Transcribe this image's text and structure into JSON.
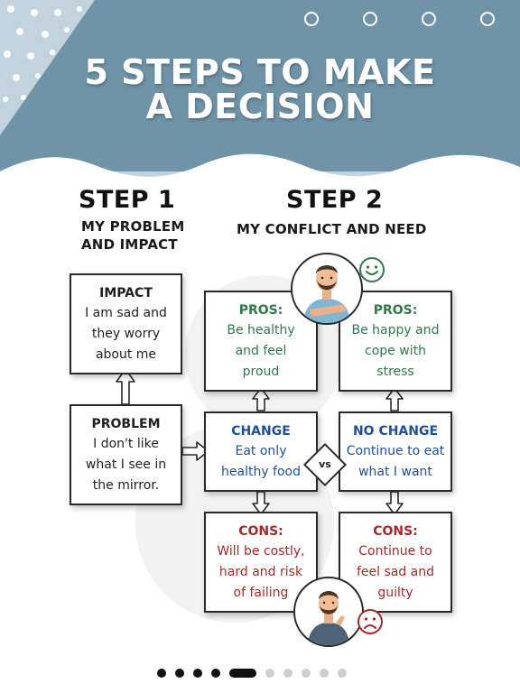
{
  "header": {
    "title_line1": "5 STEPS TO MAKE",
    "title_line2": "A DECISION",
    "colors": {
      "bg": "#c3d3dd",
      "band": "#6f93a7"
    }
  },
  "step1": {
    "title": "STEP 1",
    "sub_line1": "MY PROBLEM",
    "sub_line2": "AND IMPACT",
    "impact": {
      "heading": "IMPACT",
      "l1": "I am sad and",
      "l2": "they worry",
      "l3": "about me"
    },
    "problem": {
      "heading": "PROBLEM",
      "l1": "I don't like",
      "l2": "what I see in",
      "l3": "the mirror."
    }
  },
  "step2": {
    "title": "STEP 2",
    "sub": "MY CONFLICT AND NEED",
    "pros_left": {
      "heading": "PROS:",
      "l1": "Be healthy",
      "l2": "and feel",
      "l3": "proud"
    },
    "pros_right": {
      "heading": "PROS:",
      "l1": "Be happy and",
      "l2": "cope with",
      "l3": "stress"
    },
    "change": {
      "heading": "CHANGE",
      "l1": "Eat only",
      "l2": "healthy food"
    },
    "no_change": {
      "heading": "NO CHANGE",
      "l1": "Continue to eat",
      "l2": "what I want"
    },
    "vs": "vs",
    "cons_left": {
      "heading": "CONS:",
      "l1": "Will be costly,",
      "l2": "hard and risk",
      "l3": "of failing"
    },
    "cons_right": {
      "heading": "CONS:",
      "l1": "Continue to",
      "l2": "feel sad and",
      "l3": "guilty"
    }
  },
  "icons": {
    "happy": "smiley-face-icon",
    "sad": "frowning-face-icon",
    "avatar_top": "man-arms-crossed",
    "avatar_bottom": "man-thinking"
  },
  "pagination": {
    "active_index": 4,
    "total": 10
  }
}
